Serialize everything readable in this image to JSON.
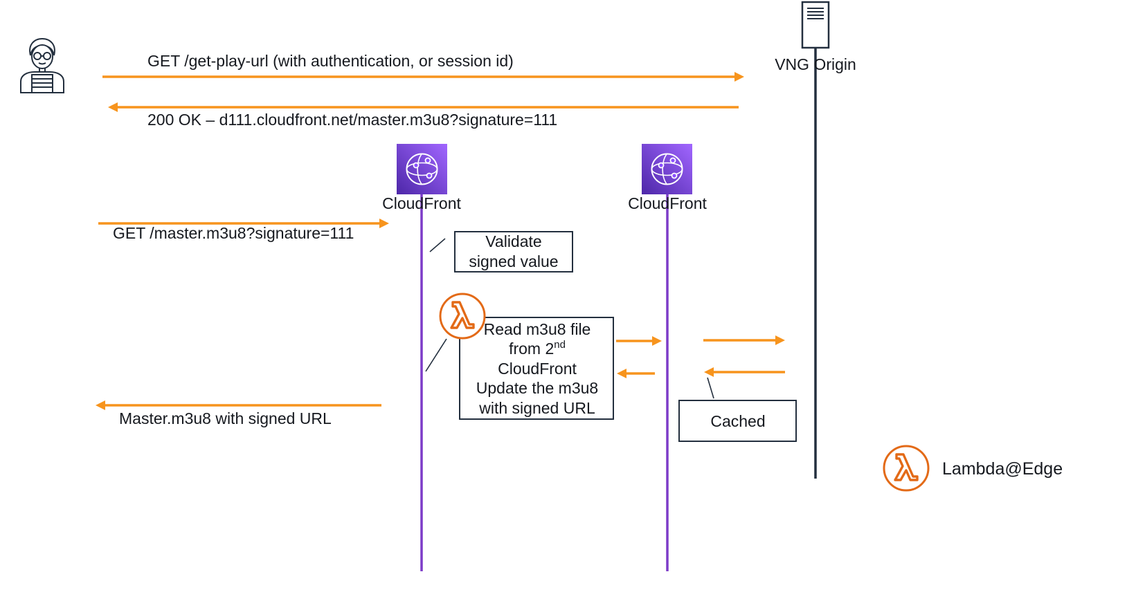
{
  "participants": {
    "cloudfront_1": "CloudFront",
    "cloudfront_2": "CloudFront",
    "origin": "VNG Origin"
  },
  "messages": {
    "get_play_url": "GET /get-play-url (with authentication, or session id)",
    "ok_response": "200 OK – d111.cloudfront.net/master.m3u8?signature=111",
    "get_master": "GET /master.m3u8?signature=111",
    "master_signed": "Master.m3u8 with signed URL"
  },
  "notes": {
    "validate_line1": "Validate",
    "validate_line2": "signed value",
    "read_line1": "Read m3u8 file",
    "read_line2_prefix": "from 2",
    "read_line2_sup": "nd",
    "read_line3": "CloudFront",
    "read_line4": "Update the m3u8",
    "read_line5": "with signed URL",
    "cached": "Cached"
  },
  "legend": {
    "lambda_label": "Lambda@Edge"
  },
  "icons": {
    "user": "user-icon",
    "server": "server-icon",
    "cloudfront": "cloudfront-icon",
    "lambda": "lambda-icon"
  },
  "colors": {
    "arrow": "#f7941d",
    "cloudfront_bg": "#8c4fff",
    "cloudfront_lifeline": "#7d3cc8",
    "origin_lifeline": "#232f3e",
    "lambda": "#e36a17"
  }
}
